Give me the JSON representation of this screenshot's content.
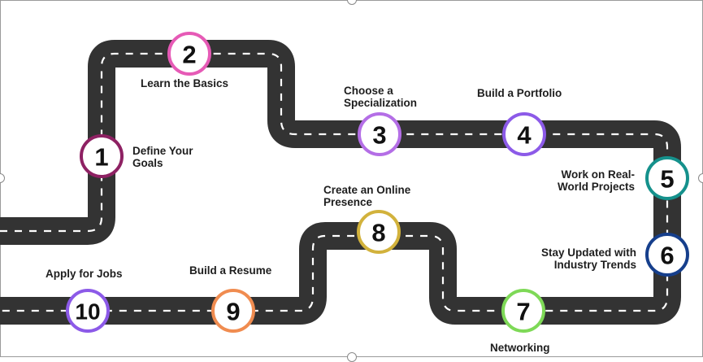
{
  "steps": [
    {
      "number": "1",
      "label_lines": [
        "Define Your",
        "Goals"
      ],
      "color": "#8e2163"
    },
    {
      "number": "2",
      "label_lines": [
        "Learn the Basics"
      ],
      "color": "#e65ab6"
    },
    {
      "number": "3",
      "label_lines": [
        "Choose a",
        "Specialization"
      ],
      "color": "#b46ee6"
    },
    {
      "number": "4",
      "label_lines": [
        "Build a Portfolio"
      ],
      "color": "#8c5ae8"
    },
    {
      "number": "5",
      "label_lines": [
        "Work on Real-",
        "World Projects"
      ],
      "color": "#15918c"
    },
    {
      "number": "6",
      "label_lines": [
        "Stay Updated with",
        "Industry Trends"
      ],
      "color": "#163f8c"
    },
    {
      "number": "7",
      "label_lines": [
        "Networking"
      ],
      "color": "#7ed957"
    },
    {
      "number": "8",
      "label_lines": [
        "Create an Online",
        "Presence"
      ],
      "color": "#d2b23c"
    },
    {
      "number": "9",
      "label_lines": [
        "Build a Resume"
      ],
      "color": "#f08c50"
    },
    {
      "number": "10",
      "label_lines": [
        "Apply for Jobs"
      ],
      "color": "#8c5ae8"
    }
  ],
  "colors": {
    "road": "#333333",
    "road_dash": "#ffffff",
    "circle_fill": "#ffffff",
    "number_text": "#111111",
    "label_text": "#1e1e1e"
  }
}
